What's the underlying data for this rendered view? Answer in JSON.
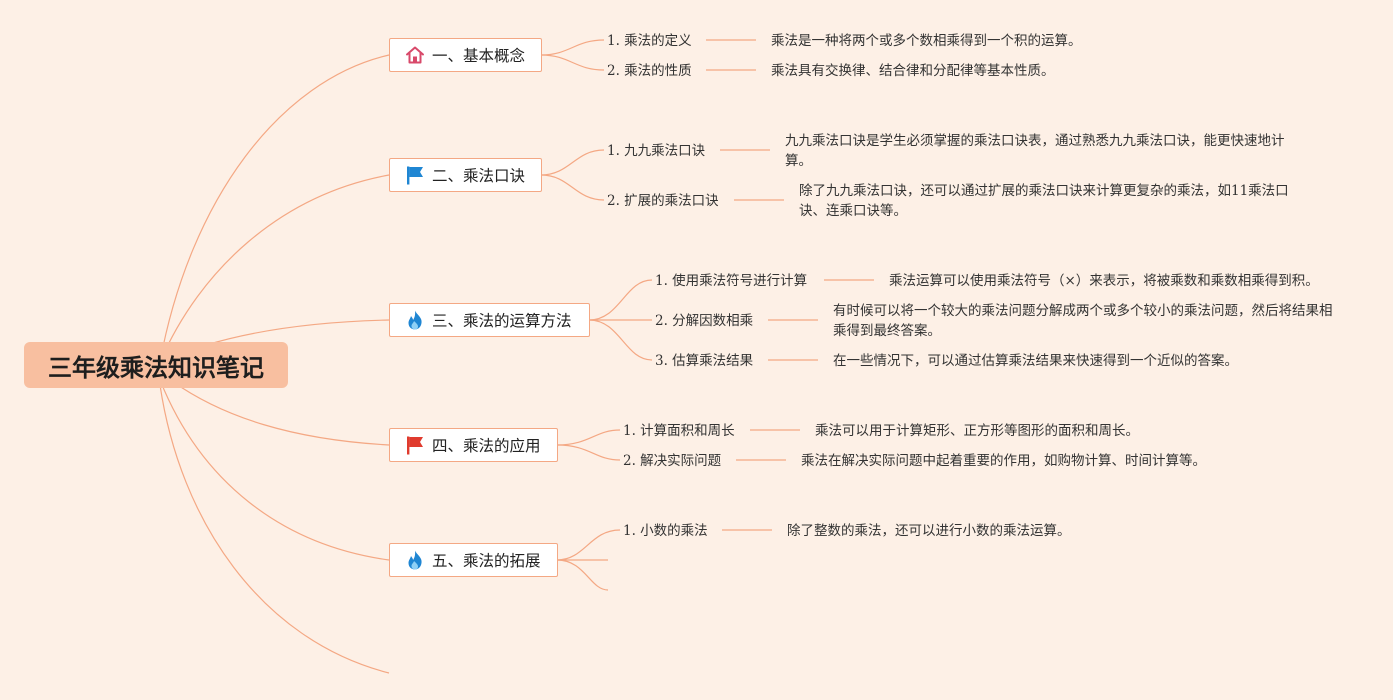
{
  "root": {
    "title": "三年级乘法知识笔记"
  },
  "branches": [
    {
      "title": "一、基本概念",
      "icon": "home-icon",
      "items": [
        {
          "label": "1. 乘法的定义",
          "desc": "乘法是一种将两个或多个数相乘得到一个积的运算。"
        },
        {
          "label": "2. 乘法的性质",
          "desc": "乘法具有交换律、结合律和分配律等基本性质。"
        }
      ]
    },
    {
      "title": "二、乘法口诀",
      "icon": "blue-flag-icon",
      "items": [
        {
          "label": "1. 九九乘法口诀",
          "desc": "九九乘法口诀是学生必须掌握的乘法口诀表，通过熟悉九九乘法口诀，能更快速地计算。"
        },
        {
          "label": "2. 扩展的乘法口诀",
          "desc": "除了九九乘法口诀，还可以通过扩展的乘法口诀来计算更复杂的乘法，如11乘法口诀、连乘口诀等。"
        }
      ]
    },
    {
      "title": "三、乘法的运算方法",
      "icon": "fire-icon",
      "items": [
        {
          "label": "1. 使用乘法符号进行计算",
          "desc": "乘法运算可以使用乘法符号（×）来表示，将被乘数和乘数相乘得到积。"
        },
        {
          "label": "2. 分解因数相乘",
          "desc": "有时候可以将一个较大的乘法问题分解成两个或多个较小的乘法问题，然后将结果相乘得到最终答案。"
        },
        {
          "label": "3. 估算乘法结果",
          "desc": "在一些情况下，可以通过估算乘法结果来快速得到一个近似的答案。"
        }
      ]
    },
    {
      "title": "四、乘法的应用",
      "icon": "red-flag-icon",
      "items": [
        {
          "label": "1. 计算面积和周长",
          "desc": "乘法可以用于计算矩形、正方形等图形的面积和周长。"
        },
        {
          "label": "2. 解决实际问题",
          "desc": "乘法在解决实际问题中起着重要的作用，如购物计算、时间计算等。"
        }
      ]
    },
    {
      "title": "五、乘法的拓展",
      "icon": "fire-icon",
      "items": [
        {
          "label": "1. 小数的乘法",
          "desc": "除了整数的乘法，还可以进行小数的乘法运算。"
        }
      ]
    }
  ],
  "colors": {
    "line": "#f4a884",
    "root_bg": "#f8bfa0",
    "background": "#fdf0e6"
  }
}
